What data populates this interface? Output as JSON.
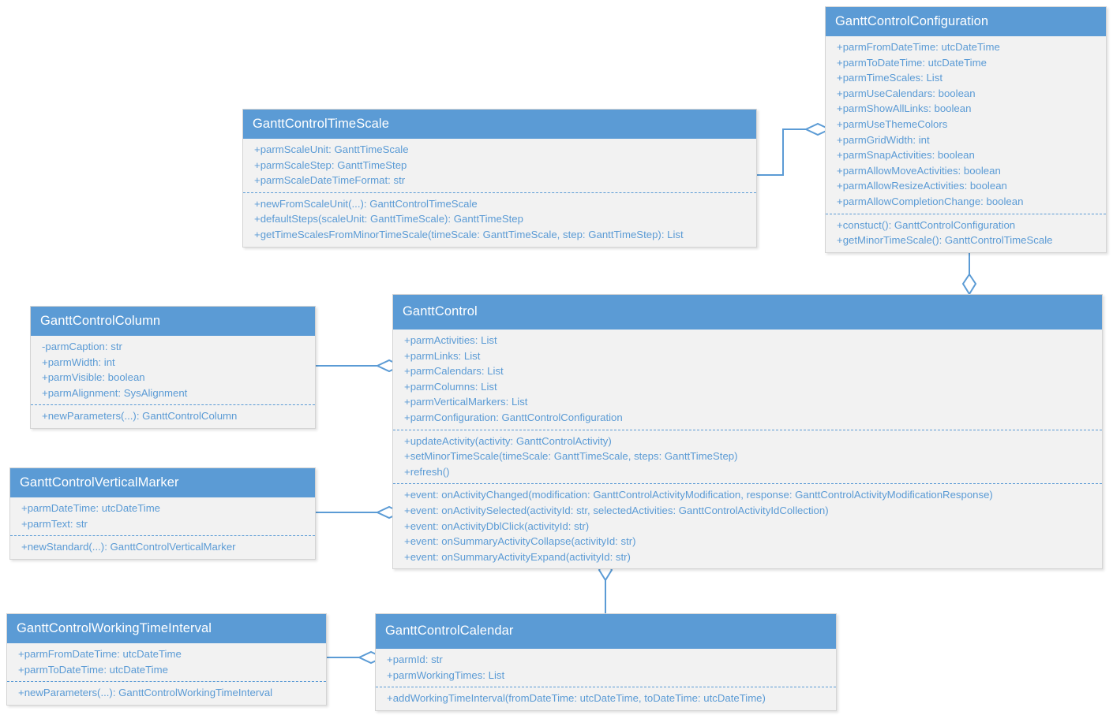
{
  "diagram": {
    "title": "GanttControl UML class diagram",
    "type": "uml-class-diagram",
    "colors": {
      "header_fill": "#5B9BD5",
      "body_fill": "#F2F2F2",
      "body_border": "#D4D4D4",
      "text": "#5B9BD5",
      "header_text": "#FFFFFF",
      "connector": "#5B9BD5",
      "background": "#FFFFFF"
    }
  },
  "classes": {
    "configuration": {
      "name": "GanttControlConfiguration",
      "attributes": [
        "+parmFromDateTime: utcDateTime",
        "+parmToDateTime: utcDateTime",
        "+parmTimeScales: List",
        "+parmUseCalendars: boolean",
        "+parmShowAllLinks: boolean",
        "+parmUseThemeColors",
        "+parmGridWidth: int",
        "+parmSnapActivities: boolean",
        "+parmAllowMoveActivities: boolean",
        "+parmAllowResizeActivities: boolean",
        "+parmAllowCompletionChange: boolean"
      ],
      "methods": [
        "+constuct(): GanttControlConfiguration",
        "+getMinorTimeScale(): GanttControlTimeScale"
      ]
    },
    "timescale": {
      "name": "GanttControlTimeScale",
      "attributes": [
        "+parmScaleUnit: GanttTimeScale",
        "+parmScaleStep: GanttTimeStep",
        "+parmScaleDateTimeFormat: str"
      ],
      "methods": [
        "+newFromScaleUnit(...): GanttControlTimeScale",
        "+defaultSteps(scaleUnit: GanttTimeScale): GanttTimeStep",
        "+getTimeScalesFromMinorTimeScale(timeScale: GanttTimeScale, step: GanttTimeStep): List"
      ]
    },
    "column": {
      "name": "GanttControlColumn",
      "attributes": [
        "-parmCaption: str",
        "+parmWidth: int",
        "+parmVisible: boolean",
        "+parmAlignment: SysAlignment"
      ],
      "methods": [
        "+newParameters(...): GanttControlColumn"
      ]
    },
    "verticalmarker": {
      "name": "GanttControlVerticalMarker",
      "attributes": [
        "+parmDateTime: utcDateTime",
        "+parmText: str"
      ],
      "methods": [
        "+newStandard(...): GanttControlVerticalMarker"
      ]
    },
    "ganttcontrol": {
      "name": "GanttControl",
      "attributes": [
        "+parmActivities: List",
        "+parmLinks: List",
        "+parmCalendars: List",
        "+parmColumns: List",
        "+parmVerticalMarkers: List",
        "+parmConfiguration: GanttControlConfiguration"
      ],
      "methods": [
        "+updateActivity(activity: GanttControlActivity)",
        "+setMinorTimeScale(timeScale: GanttTimeScale, steps: GanttTimeStep)",
        "+refresh()"
      ],
      "events": [
        "+event: onActivityChanged(modification: GanttControlActivityModification, response: GanttControlActivityModificationResponse)",
        "+event: onActivitySelected(activityId: str, selectedActivities: GanttControlActivityIdCollection)",
        "+event: onActivityDblClick(activityId: str)",
        "+event: onSummaryActivityCollapse(activityId: str)",
        "+event: onSummaryActivityExpand(activityId: str)"
      ]
    },
    "workingtimeinterval": {
      "name": "GanttControlWorkingTimeInterval",
      "attributes": [
        "+parmFromDateTime: utcDateTime",
        "+parmToDateTime: utcDateTime"
      ],
      "methods": [
        "+newParameters(...): GanttControlWorkingTimeInterval"
      ]
    },
    "calendar": {
      "name": "GanttControlCalendar",
      "attributes": [
        "+parmId: str",
        "+parmWorkingTimes: List"
      ],
      "methods": [
        "+addWorkingTimeInterval(fromDateTime: utcDateTime, toDateTime: utcDateTime)"
      ]
    }
  },
  "relationships": [
    {
      "name": "timescale-to-configuration",
      "kind": "aggregation",
      "from": "GanttControlTimeScale",
      "to": "GanttControlConfiguration"
    },
    {
      "name": "configuration-to-ganttcontrol",
      "kind": "aggregation",
      "from": "GanttControlConfiguration",
      "to": "GanttControl"
    },
    {
      "name": "column-to-ganttcontrol",
      "kind": "aggregation",
      "from": "GanttControlColumn",
      "to": "GanttControl"
    },
    {
      "name": "verticalmarker-to-ganttcontrol",
      "kind": "aggregation",
      "from": "GanttControlVerticalMarker",
      "to": "GanttControl"
    },
    {
      "name": "calendar-to-ganttcontrol",
      "kind": "aggregation",
      "from": "GanttControlCalendar",
      "to": "GanttControl"
    },
    {
      "name": "workingtimeinterval-to-calendar",
      "kind": "aggregation",
      "from": "GanttControlWorkingTimeInterval",
      "to": "GanttControlCalendar"
    }
  ]
}
